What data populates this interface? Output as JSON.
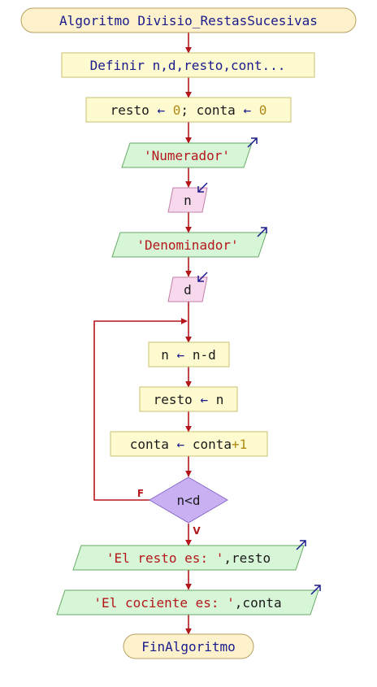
{
  "start": "Algoritmo Divisio_RestasSucesivas",
  "define": "Definir n,d,resto,cont...",
  "init": {
    "v1": "resto",
    "arrow": "←",
    "z1": "0",
    "sep": "; ",
    "v2": "conta",
    "z2": "0"
  },
  "out_numerador": "'Numerador'",
  "in_n": "n",
  "out_denominador": "'Denominador'",
  "in_d": "d",
  "step1": {
    "lhs": "n",
    "arrow": "←",
    "rhs": "n-d"
  },
  "step2": {
    "lhs": "resto",
    "arrow": "←",
    "rhs": "n"
  },
  "step3": {
    "lhs": "conta",
    "arrow": "←",
    "rhs": "conta",
    "plus": "+1"
  },
  "decision": "n<d",
  "label_false": "F",
  "label_true": "V",
  "out_resto": {
    "str": "'El resto es: '",
    "rest": ",resto"
  },
  "out_cociente": {
    "str": "'El cociente es: '",
    "rest": ",conta"
  },
  "end": "FinAlgoritmo"
}
